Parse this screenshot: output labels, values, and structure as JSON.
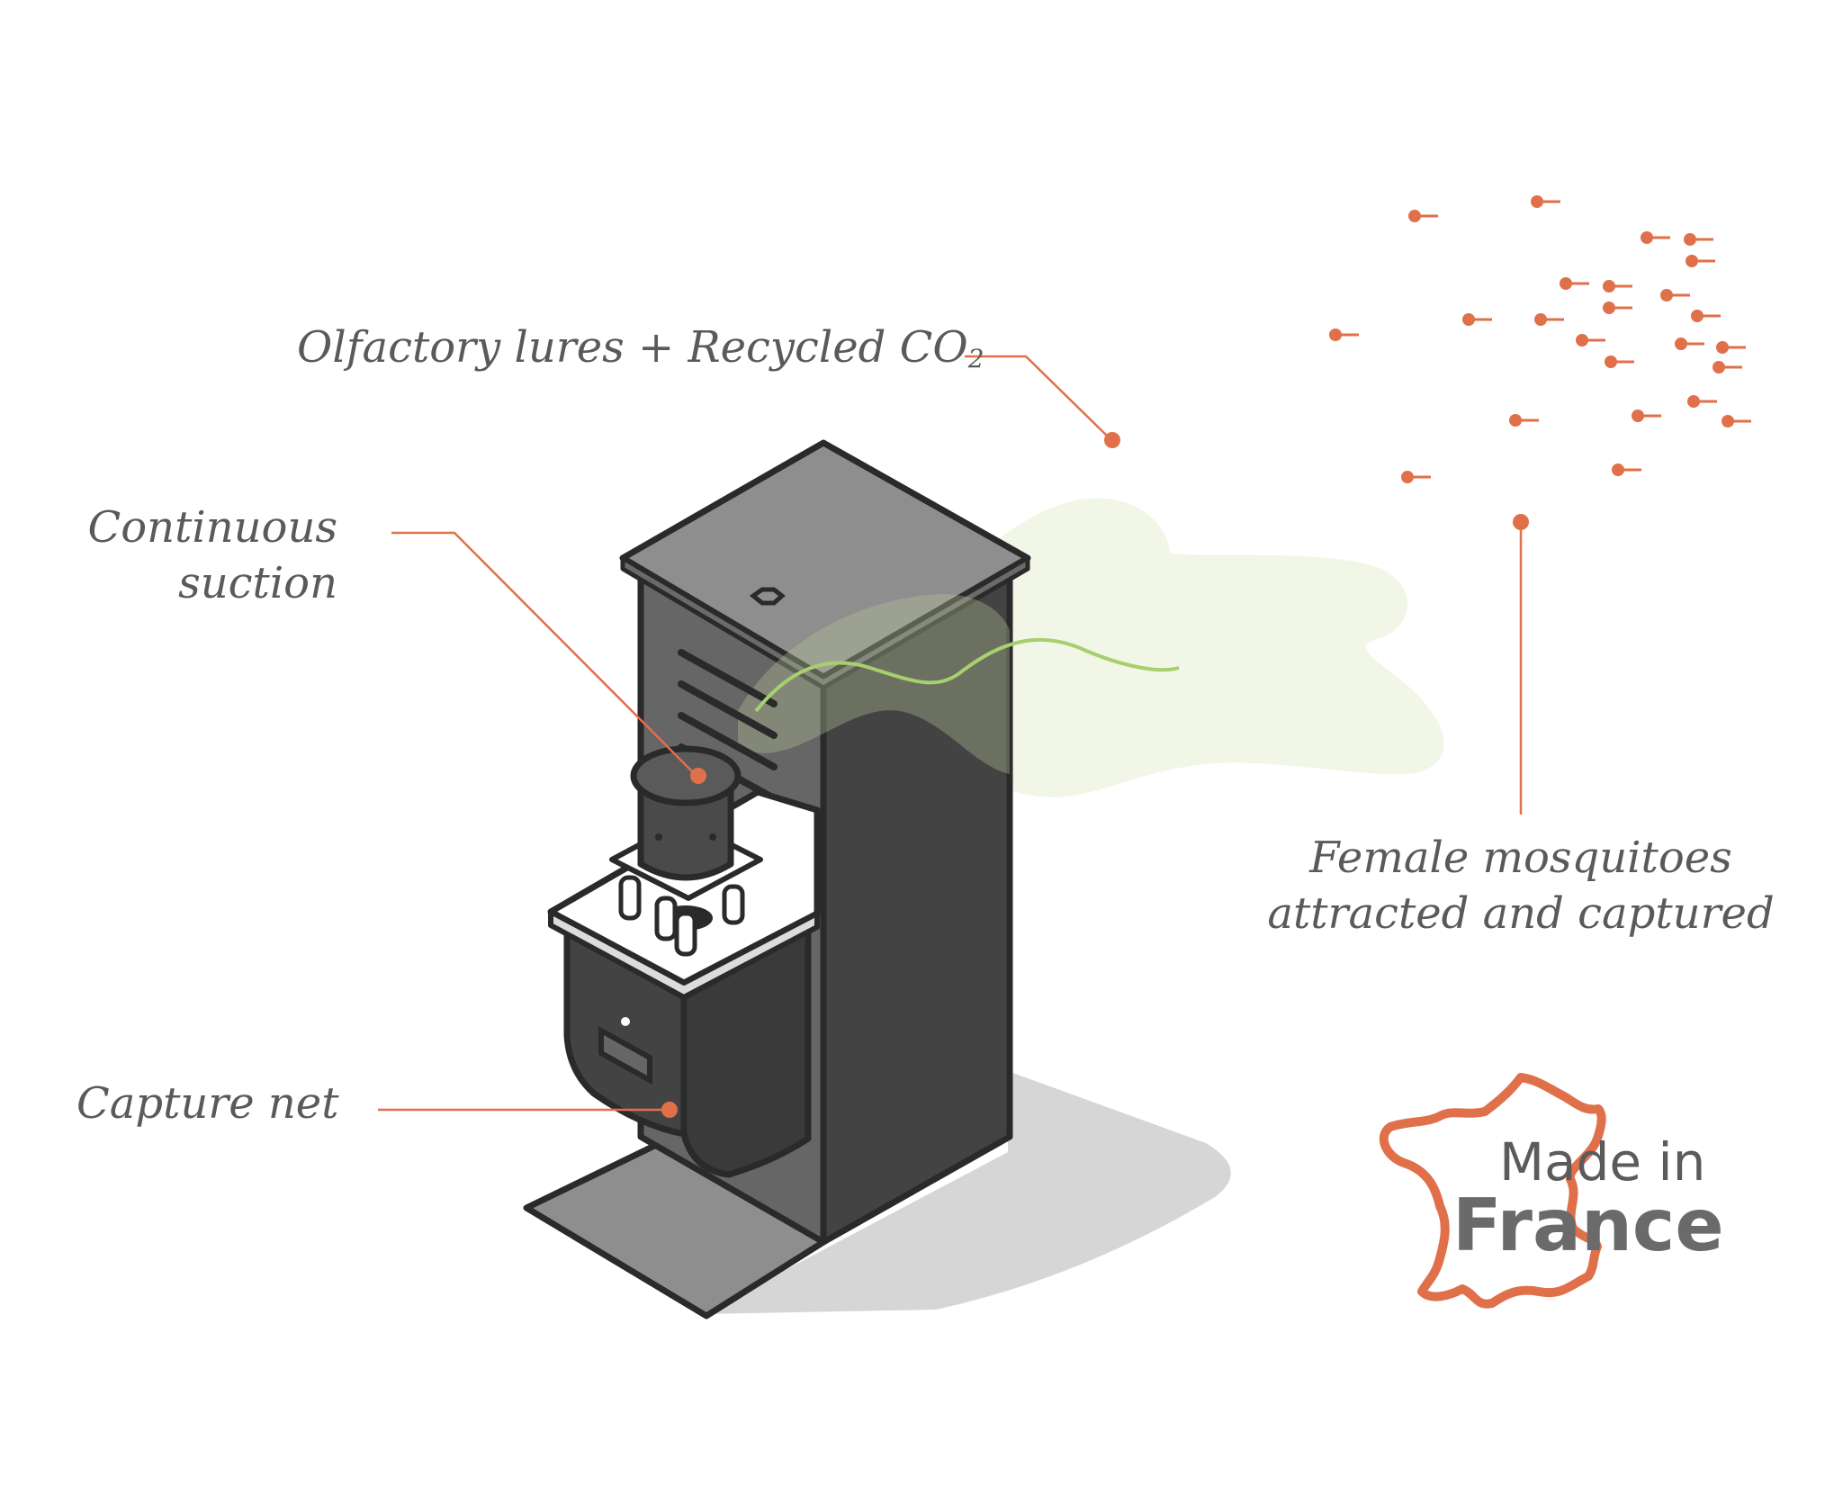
{
  "labels": {
    "olfactory": "Olfactory lures + Recycled CO",
    "olfactory_sub": "2",
    "suction_line1": "Continuous",
    "suction_line2": "suction",
    "capture_net": "Capture net",
    "mosquitoes_line1": "Female mosquitoes",
    "mosquitoes_line2": "attracted and captured"
  },
  "badge": {
    "line1": "Made in",
    "line2": "France"
  },
  "colors": {
    "accent": "#e0704a",
    "outline": "#2a2a2a",
    "body_dark": "#434343",
    "body_mid": "#666666",
    "body_light": "#8e8e8e",
    "plume": "#f1f6e6",
    "plume_line": "#a8cf6f",
    "shadow": "#d6d6d6",
    "text": "#5a5a5a"
  }
}
